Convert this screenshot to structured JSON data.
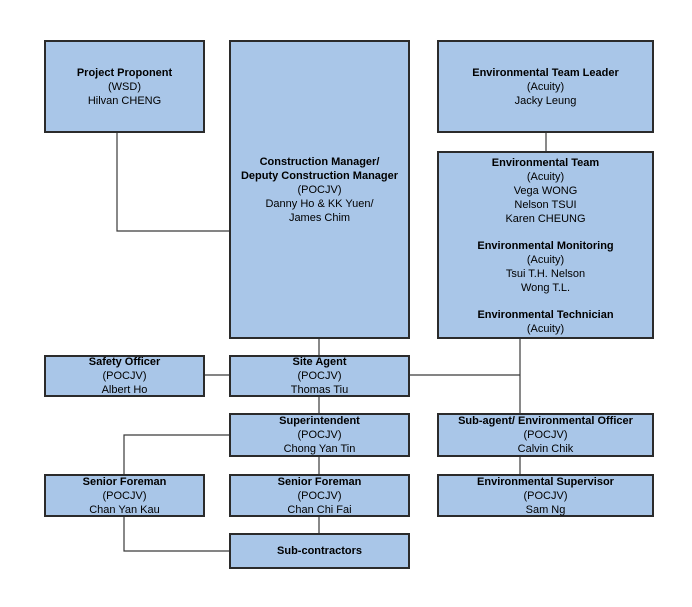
{
  "boxes": {
    "project_proponent": {
      "title": "Project Proponent",
      "org": "(WSD)",
      "person": "Hilvan CHENG"
    },
    "construction_manager": {
      "title1": "Construction Manager/",
      "title2": "Deputy Construction Manager",
      "org": "(POCJV)",
      "person1": "Danny Ho & KK Yuen/",
      "person2": "James Chim"
    },
    "env_team_leader": {
      "title": "Environmental Team Leader",
      "org": "(Acuity)",
      "person": "Jacky Leung"
    },
    "env_team": {
      "title": "Environmental Team",
      "org": "(Acuity)",
      "people": [
        "Vega WONG",
        "Nelson TSUI",
        "Karen CHEUNG"
      ],
      "monitoring_title": "Environmental Monitoring",
      "monitoring_org": "(Acuity)",
      "monitoring_people": [
        "Tsui T.H. Nelson",
        "Wong T.L."
      ],
      "technician_title": "Environmental Technician",
      "technician_org": "(Acuity)"
    },
    "safety_officer": {
      "title": "Safety Officer",
      "org": "(POCJV)",
      "person": "Albert Ho"
    },
    "site_agent": {
      "title": "Site Agent",
      "org": "(POCJV)",
      "person": "Thomas Tiu"
    },
    "superintendent": {
      "title": "Superintendent",
      "org": "(POCJV)",
      "person": "Chong Yan Tin"
    },
    "sub_agent": {
      "title": "Sub-agent/ Environmental Officer",
      "org": "(POCJV)",
      "person": "Calvin Chik"
    },
    "senior_foreman_left": {
      "title": "Senior Foreman",
      "org": "(POCJV)",
      "person": "Chan Yan Kau"
    },
    "senior_foreman_mid": {
      "title": "Senior Foreman",
      "org": "(POCJV)",
      "person": "Chan Chi Fai"
    },
    "env_supervisor": {
      "title": "Environmental Supervisor",
      "org": "(POCJV)",
      "person": "Sam Ng"
    },
    "sub_contractors": {
      "title": "Sub-contractors"
    }
  },
  "colors": {
    "box_fill": "#a9c6e8",
    "border": "#2b2b2b",
    "line": "#3a3a3a"
  }
}
